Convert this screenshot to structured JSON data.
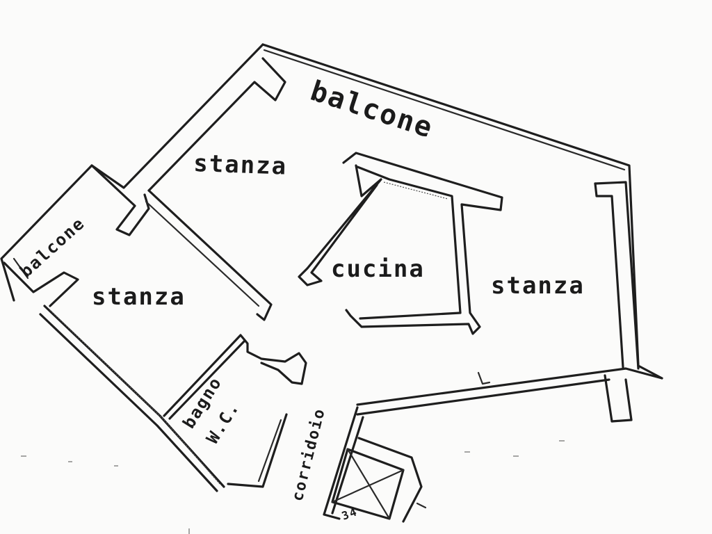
{
  "labels": {
    "balcone_top": "balcone",
    "balcone_left": "balcone",
    "stanza_top": "stanza",
    "stanza_left": "stanza",
    "stanza_right": "stanza",
    "cucina": "cucina",
    "bagno": "bagno",
    "wc": "W.C.",
    "corridoio": "corridoio",
    "stair_mark": "34"
  },
  "colors": {
    "ink": "#1e1e1e",
    "paper": "#fbfbfa"
  }
}
